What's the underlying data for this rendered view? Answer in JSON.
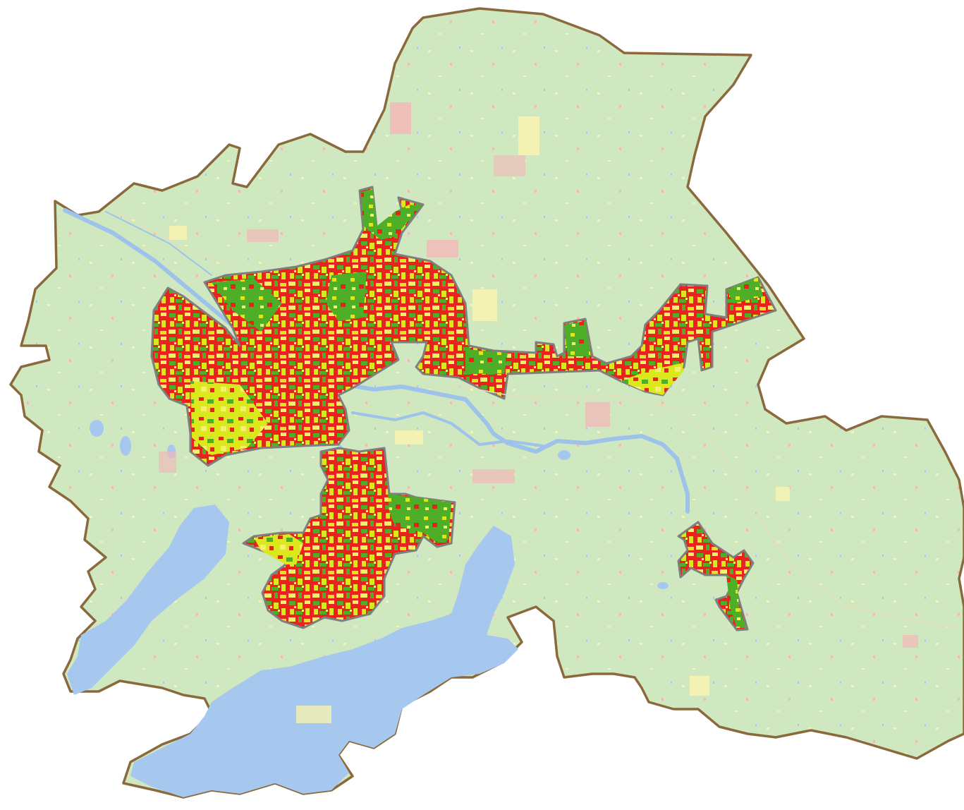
{
  "map": {
    "colors": {
      "background": "#ffffff",
      "region_fill": "#cfe8c0",
      "region_border": "#8a6a3c",
      "water": "#a6c8ef",
      "river": "#9ec3ea",
      "urban_outline": "#7f7f7f",
      "class_high": "#e8221e",
      "class_medium": "#dce81e",
      "class_yellow": "#f4f06a",
      "class_low": "#4fae27",
      "class_light_pink": "#f2b8b8",
      "class_light_yellow": "#f7f3b0"
    },
    "layers": [
      {
        "name": "district-boundary",
        "fill": "region_fill"
      },
      {
        "name": "lakes",
        "fill": "water"
      },
      {
        "name": "rivers",
        "fill": "river"
      },
      {
        "name": "urban-zones",
        "fill": "classified"
      }
    ]
  }
}
